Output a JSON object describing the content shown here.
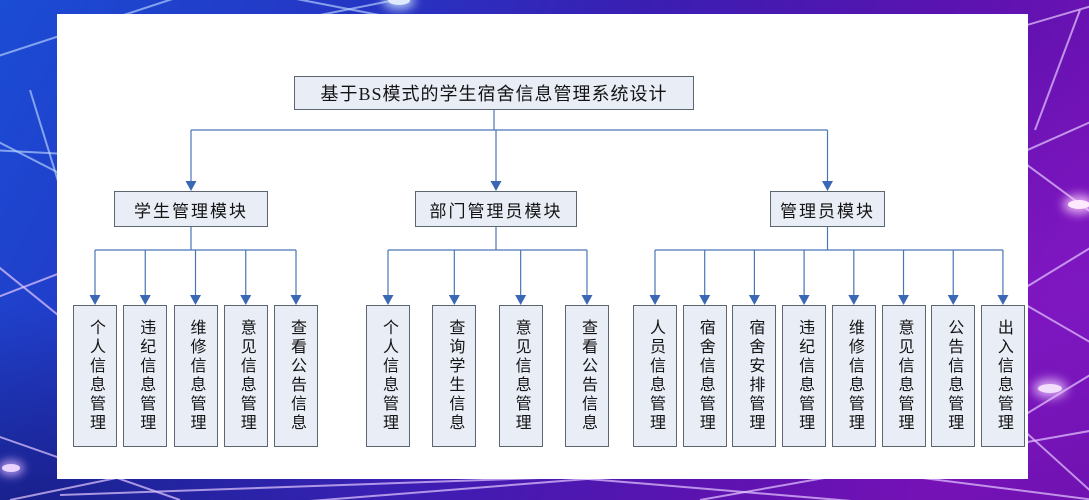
{
  "diagram": {
    "root_label": "基于BS模式的学生宿舍信息管理系统设计",
    "groups": [
      {
        "module": "学生管理模块",
        "children": [
          "个人信息管理",
          "违纪信息管理",
          "维修信息管理",
          "意见信息管理",
          "查看公告信息"
        ]
      },
      {
        "module": "部门管理员模块",
        "children": [
          "个人信息管理",
          "查询学生信息",
          "意见信息管理",
          "查看公告信息"
        ]
      },
      {
        "module": "管理员模块",
        "children": [
          "人员信息管理",
          "宿舍信息管理",
          "宿舍安排管理",
          "违纪信息管理",
          "维修信息管理",
          "意见信息管理",
          "公告信息管理",
          "出入信息管理"
        ]
      }
    ],
    "colors": {
      "box_fill": "#e9edf6",
      "box_border": "#5c6670",
      "connector_line": "#4a76b8",
      "arrowhead": "#3a68b4",
      "panel_background": "#ffffff",
      "background_blue": "#1b4cd4",
      "background_purple": "#7311b4"
    }
  }
}
